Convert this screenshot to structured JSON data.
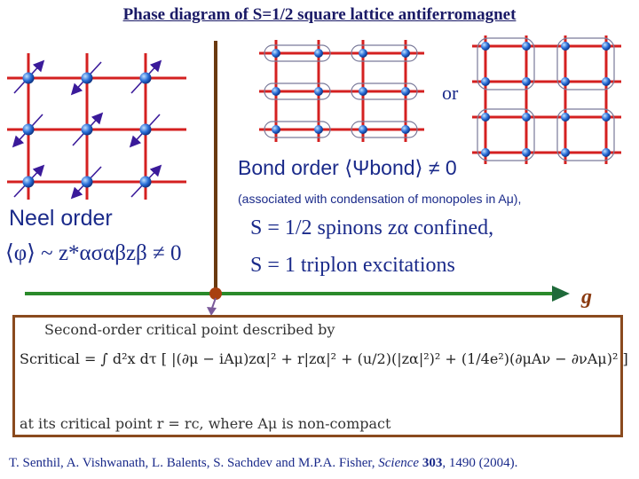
{
  "title": "Phase diagram of S=1/2 square lattice antiferromagnet",
  "neel": {
    "label": "Neel order",
    "formula": "⟨φ⟩ ~ z*ασαβzβ ≠ 0"
  },
  "or_label": "or",
  "bond": {
    "label": "Bond order ⟨Ψbond⟩ ≠ 0",
    "note": "(associated with condensation of monopoles in Aμ),",
    "spinons": "S = 1/2 spinons zα confined,",
    "triplons": "S = 1 triplon excitations"
  },
  "axis_label": "g",
  "critical": {
    "heading": "Second-order critical point described by",
    "equation": "Scritical = ∫ d²x dτ [ |(∂μ − iAμ)zα|² + r|zα|² + (u/2)(|zα|²)² + (1/4e²)(∂μAν − ∂νAμ)² ]",
    "footer": "at its critical point r = rc, where Aμ is non-compact"
  },
  "citation": {
    "authors": "T. Senthil, A. Vishwanath, L. Balents, S. Sachdev and M.P.A. Fisher,",
    "journal": "Science",
    "volume": "303",
    "pages": ", 1490 (2004)."
  },
  "colors": {
    "lattice_bond": "#d42020",
    "site": "#2a6fd8",
    "arrow": "#3a1a9a",
    "axis": "#2a8a2a",
    "divider": "#6a3a10",
    "text": "#1a2a8a"
  }
}
